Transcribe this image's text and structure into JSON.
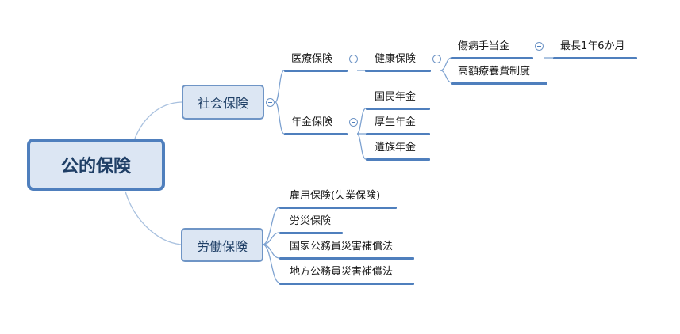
{
  "root": "公的保険",
  "social": {
    "label": "社会保険",
    "medical": {
      "label": "医療保険",
      "health": {
        "label": "健康保険",
        "injury": {
          "label": "傷病手当金",
          "limit": "最長1年6か月"
        },
        "high_cost": "高額療養費制度"
      }
    },
    "pension": {
      "label": "年金保険",
      "items": [
        "国民年金",
        "厚生年金",
        "遺族年金"
      ]
    }
  },
  "labor": {
    "label": "労働保険",
    "items": [
      "雇用保険(失業保険)",
      "労災保険",
      "国家公務員災害補償法",
      "地方公務員災害補償法"
    ]
  },
  "colors": {
    "accent": "#4f7fbd",
    "fill": "#dce6f3",
    "link": "#a9c1df"
  }
}
